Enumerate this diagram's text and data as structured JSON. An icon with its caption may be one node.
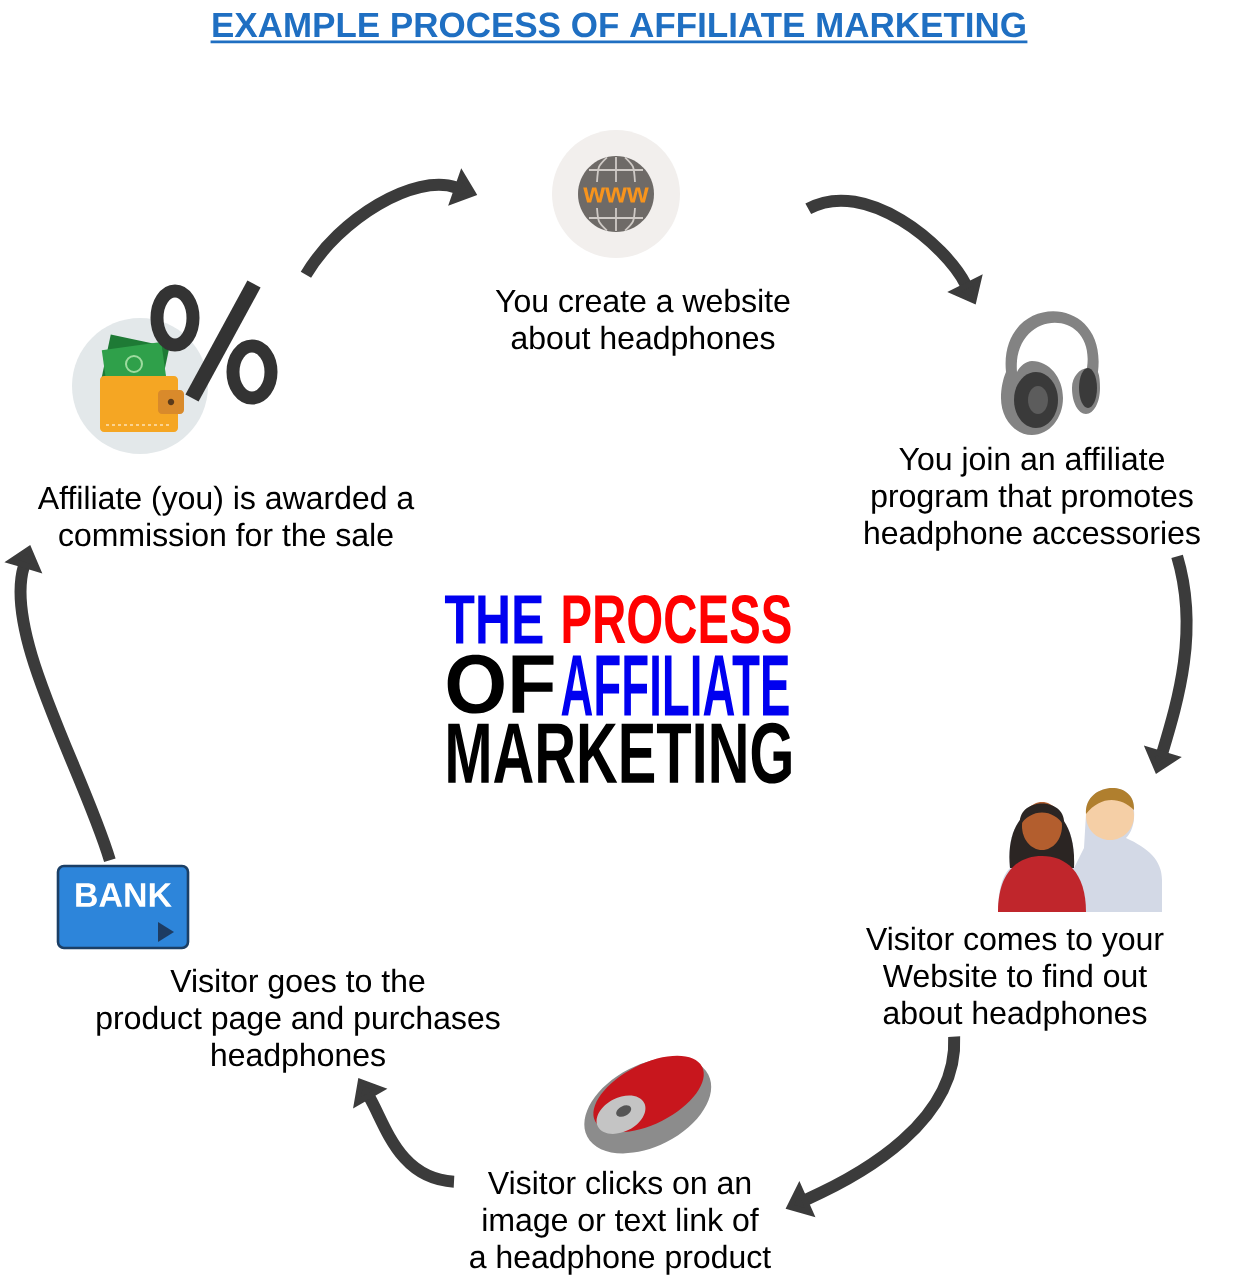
{
  "diagram": {
    "title": "EXAMPLE PROCESS OF AFFILIATE MARKETING",
    "nodes": [
      {
        "text": [
          "You create a website about headphones"
        ]
      },
      {
        "text": [
          "You join an affiliate program that promotes headphone accessories"
        ]
      },
      {
        "text": [
          "Visitor comes to your Website to find out about headphones"
        ]
      },
      {
        "text": [
          "Visitor clicks on an image or text link of a headphone product"
        ]
      },
      {
        "text": [
          "Visitor goes to the product page and purchases headphones"
        ]
      },
      {
        "text": [
          "Affiliate (you) is awarded a commission for the sale"
        ]
      }
    ],
    "edges": [
      {
        "from": 0,
        "to": 1,
        "arrow": "to"
      },
      {
        "from": 1,
        "to": 2,
        "arrow": "to"
      },
      {
        "from": 2,
        "to": 3,
        "arrow": "to"
      },
      {
        "from": 3,
        "to": 4,
        "arrow": "to"
      },
      {
        "from": 4,
        "to": 5,
        "arrow": "to"
      },
      {
        "from": 5,
        "to": 0,
        "arrow": "to"
      }
    ],
    "labels": [
      "www",
      "THE",
      "PROCESS",
      "OF",
      "AFFILIATE",
      "MARKETING",
      "BANK"
    ]
  }
}
